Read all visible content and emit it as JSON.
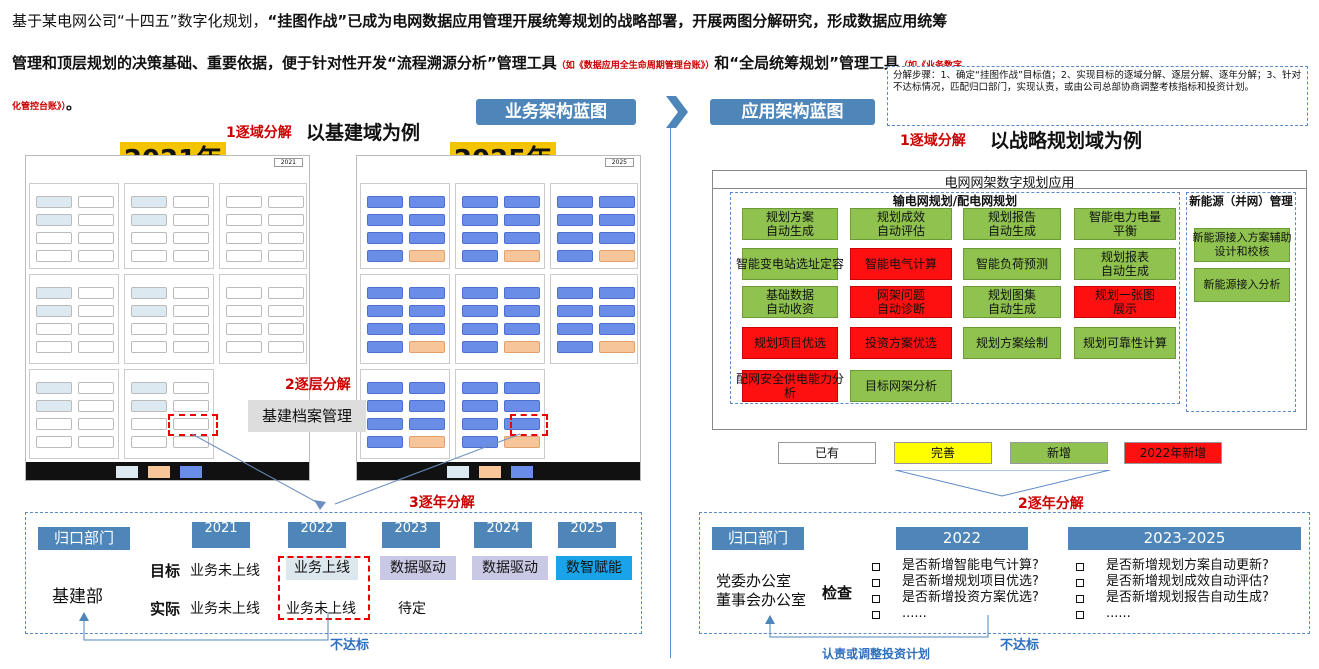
{
  "intro": {
    "line1_a": "基于某电网公司“十四五”数字化规划，",
    "line1_b": "“挂图作战”已成为电网数据应用管理开展统筹规划的战略部署，开展两图分解研究，形成数据应用统筹",
    "line2_a": "管理和顶层规划的决策基础、重要依据，便于针对性开发“流程溯源分析”管理工具",
    "line2_s1": "（如《数据应用全生命周期管理台账》）",
    "line2_b": "和“全局统筹规划”管理工具",
    "line2_s2": "（如《业务数字",
    "line3_s": "化管控台账》）",
    "line3_b": "。"
  },
  "headers": {
    "left": "业务架构蓝图",
    "right": "应用架构蓝图"
  },
  "steps_note": "分解步骤：1、确定“挂图作战”目标值；2、实现目标的逐域分解、逐层分解、逐年分解；3、针对不达标情况，匹配归口部门，实现认责，或由公司总部协商调整考核指标和投资计划。",
  "left": {
    "step1_red": "1逐域分解",
    "step1_black": "以基建域为例",
    "year_2021": "2021年",
    "year_2025": "2025年",
    "step2": "2逐层分解",
    "archive_label": "基建档案管理",
    "step3": "3逐年分解",
    "dept_label": "归口部门",
    "dept_name": "基建部",
    "target_label": "目标",
    "actual_label": "实际",
    "years": [
      "2021",
      "2022",
      "2023",
      "2024",
      "2025"
    ],
    "targets": [
      "业务未上线",
      "业务上线",
      "数据驱动",
      "数据驱动",
      "数智赋能"
    ],
    "actuals": [
      "业务未上线",
      "业务未上线",
      "待定"
    ],
    "fail_label": "不达标",
    "board_2021_tag": "2021",
    "board_2025_tag": "2025"
  },
  "right": {
    "step1_red": "1逐域分解",
    "step1_black": "以战略规划域为例",
    "app_title": "电网网架数字规划应用",
    "sub_left": "输电网规划/配电网规划",
    "sub_right": "新能源（并网）管理",
    "cells": [
      "规划方案\n自动生成",
      "规划成效\n自动评估",
      "规划报告\n自动生成",
      "智能电力电量\n平衡",
      "智能变电站选址定容",
      "智能电气计算",
      "智能负荷预测",
      "规划报表\n自动生成",
      "基础数据\n自动收资",
      "网架问题\n自动诊断",
      "规划图集\n自动生成",
      "规划一张图\n展示",
      "规划项目优选",
      "投资方案优选",
      "规划方案绘制",
      "规划可靠性计算",
      "配网安全供电能力分\n析",
      "目标网架分析"
    ],
    "cells_right": [
      "新能源接入方案辅助\n设计和校核",
      "新能源接入分析"
    ],
    "legend": [
      "已有",
      "完善",
      "新增",
      "2022年新增"
    ],
    "step2": "2逐年分解",
    "dept_label": "归口部门",
    "year_a": "2022",
    "year_b": "2023-2025",
    "depts": "党委办公室\n董事会办公室",
    "check_label": "检查",
    "checks_a": [
      "是否新增智能电气计算?",
      "是否新增规划项目优选?",
      "是否新增投资方案优选?",
      "......"
    ],
    "checks_b": [
      "是否新增规划方案自动更新?",
      "是否新增规划成效自动评估?",
      "是否新增规划报告自动生成?",
      "......"
    ],
    "fail_label": "不达标",
    "adjust_label": "认责或调整投资计划"
  },
  "colors": {
    "blue": "#4e86b9",
    "red": "#c00",
    "yellow": "#f5c400",
    "green": "#8fc24f",
    "cyan": "#1aa3e8"
  }
}
